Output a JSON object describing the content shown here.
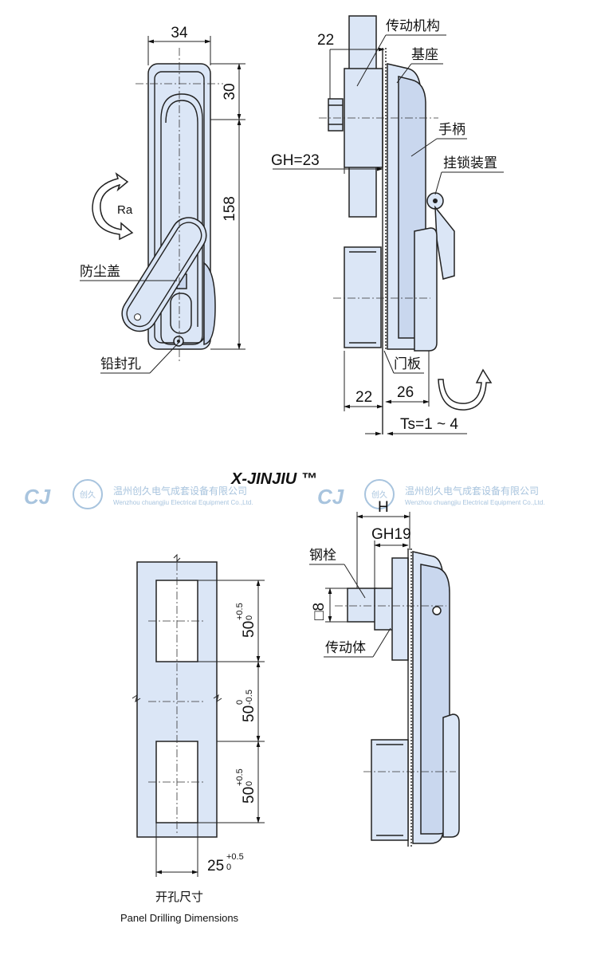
{
  "brand": "X-JINJIU ™",
  "watermark": {
    "company_cn": "温州创久电气成套设备有限公司",
    "company_en": "Wenzhou chuangjiu Electrical Equipment Co.,Ltd.",
    "logo_text": "CJ",
    "seal_text": "创久"
  },
  "front_view": {
    "dim_width": "34",
    "dim_top": "30",
    "dim_height": "158",
    "rotation_label": "Ra",
    "label_dust_cover": "防尘盖",
    "label_seal_hole": "铅封孔"
  },
  "side_view": {
    "dim_22_top": "22",
    "dim_gh": "GH=23",
    "label_transmission": "传动机构",
    "label_base": "基座",
    "label_handle": "手柄",
    "label_padlock": "挂锁装置",
    "label_door_panel": "门板",
    "dim_22_bottom": "22",
    "dim_26": "26",
    "dim_ts": "Ts=1 ~ 4"
  },
  "drilling": {
    "dim_50_top": "50",
    "tol_50_top": [
      "+0.5",
      "0"
    ],
    "dim_50_mid": "50",
    "tol_50_mid": [
      "0",
      "-0.5"
    ],
    "dim_50_bottom": "50",
    "tol_50_bottom": [
      "+0.5",
      "0"
    ],
    "dim_25": "25",
    "tol_25": [
      "+0.5",
      "0"
    ],
    "caption_cn": "开孔尺寸",
    "caption_en": "Panel Drilling Dimensions"
  },
  "rod_view": {
    "dim_h": "H",
    "dim_gh": "GH19",
    "label_steel_bolt": "钢栓",
    "label_square": "□8",
    "label_drive_body": "传动体"
  },
  "colors": {
    "part_fill": "#dbe6f6",
    "watermark": "#a8c4de",
    "line": "#222222"
  }
}
